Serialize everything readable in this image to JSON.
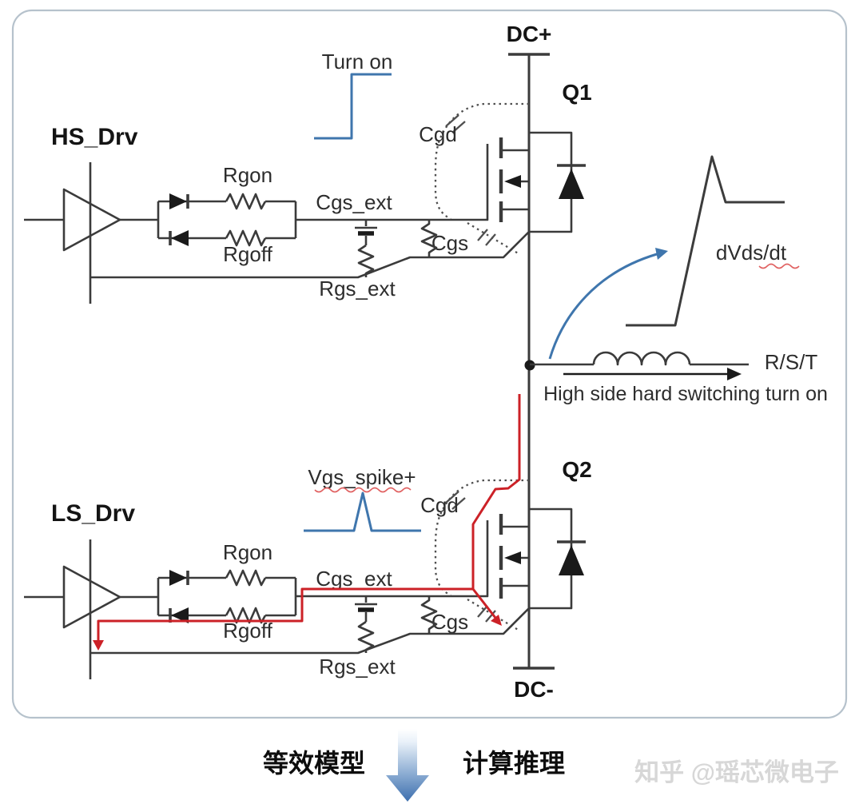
{
  "rails": {
    "dc_plus": "DC+",
    "dc_minus": "DC-"
  },
  "switches": {
    "q1": "Q1",
    "q2": "Q2"
  },
  "hs": {
    "driver": "HS_Drv",
    "rgon": "Rgon",
    "rgoff": "Rgoff",
    "cgs_ext": "Cgs_ext",
    "rgs_ext": "Rgs_ext",
    "cgs": "Cgs",
    "cgd": "Cgd",
    "waveform_label": "Turn on"
  },
  "ls": {
    "driver": "LS_Drv",
    "rgon": "Rgon",
    "rgoff": "Rgoff",
    "cgs_ext": "Cgs_ext",
    "rgs_ext": "Rgs_ext",
    "cgs": "Cgs",
    "cgd": "Cgd",
    "waveform_label": "Vgs_spike+"
  },
  "annotations": {
    "dvds_dt": "dVds/dt",
    "phase": "R/S/T",
    "caption": "High side hard switching turn on"
  },
  "footer": {
    "left": "等效模型",
    "right": "计算推理",
    "watermark": "知乎 @瑶芯微电子"
  },
  "colors": {
    "wire": "#3b3b3b",
    "crosstalk_path": "#cc2127",
    "waveform_blue": "#3f76ad",
    "border": "#b6c2cc",
    "watermark": "#d7d7d7",
    "footer_arrow_top": "#ffffff",
    "footer_arrow_bottom": "#3d6fae"
  }
}
